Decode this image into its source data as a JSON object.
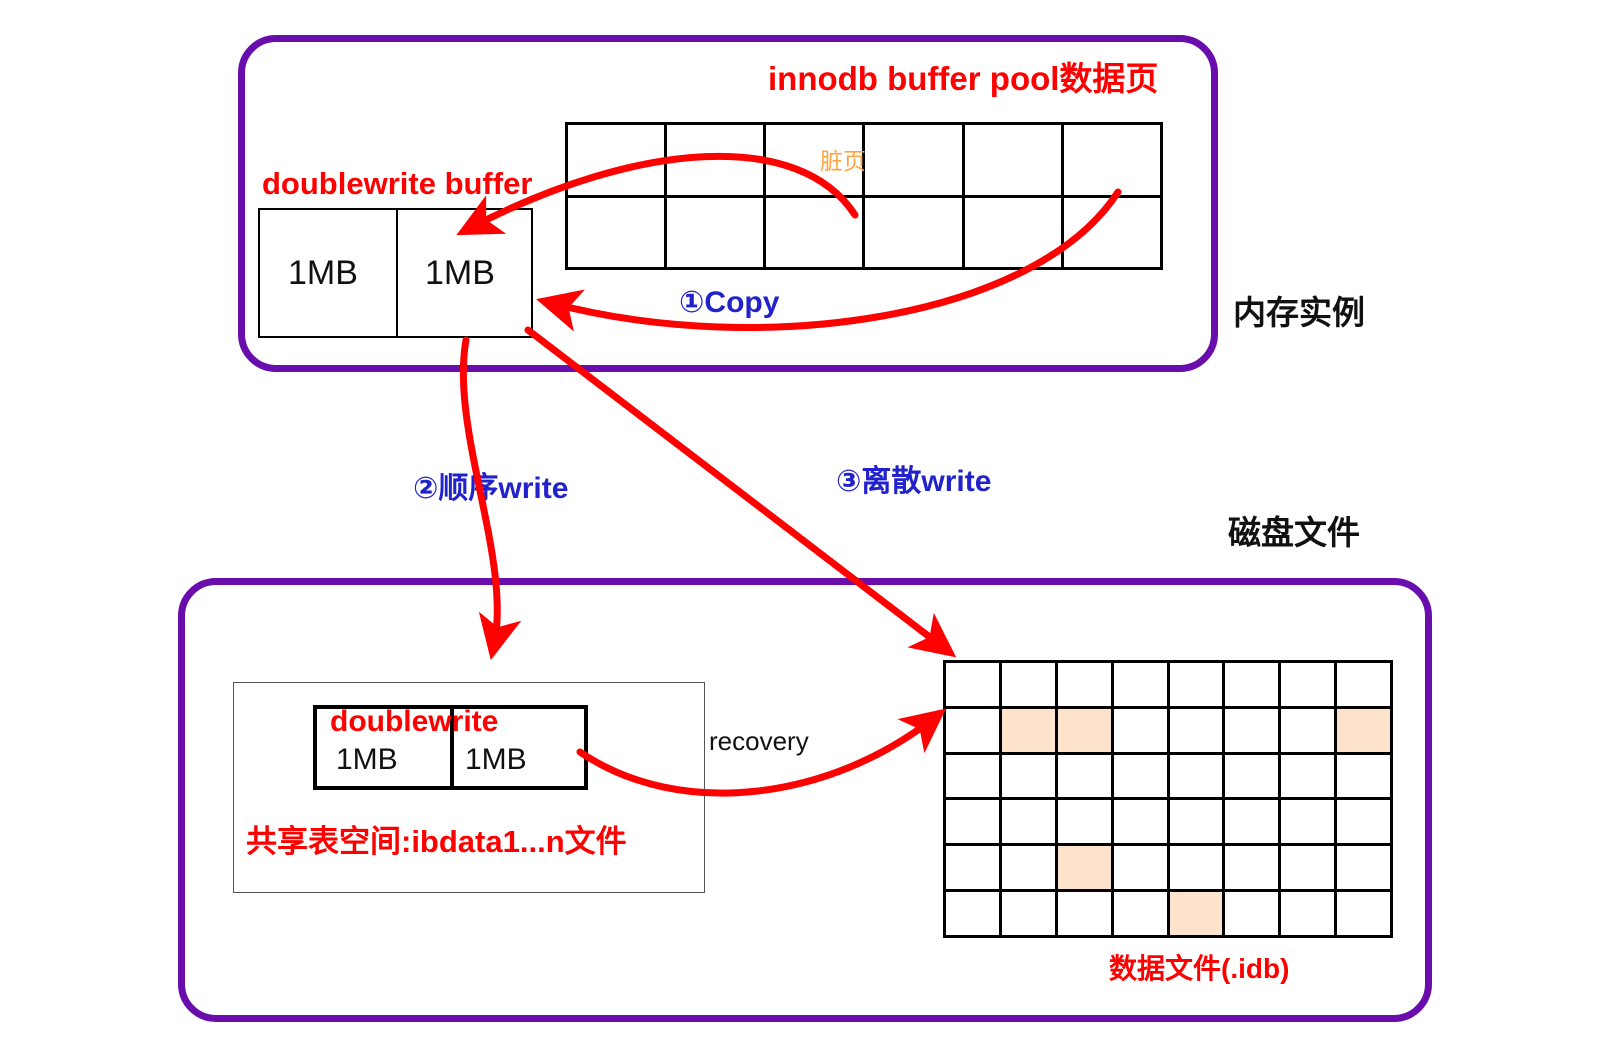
{
  "colors": {
    "container_border": "#6a0dad",
    "arrow": "#fe0000",
    "label_red": "#fe0000",
    "label_blue": "#2222cc",
    "label_black": "#111111",
    "dirty_page_text": "#ffa441",
    "highlight_cell": "#fde3cc",
    "cell_border": "#000000",
    "page_background": "#ffffff"
  },
  "memory_instance": {
    "side_label": "内存实例",
    "buffer_pool_title": "innodb buffer pool数据页",
    "dirty_page_label": "脏页",
    "doublewrite_buffer": {
      "title": "doublewrite buffer",
      "segments": [
        "1MB",
        "1MB"
      ]
    },
    "buffer_pool_grid": {
      "columns": 6,
      "rows": 2,
      "highlighted_cells": []
    }
  },
  "disk_files": {
    "side_label": "磁盘文件",
    "shared_tablespace": {
      "caption": "共享表空间:ibdata1...n文件",
      "doublewrite_title": "doublewrite",
      "segments": [
        "1MB",
        "1MB"
      ]
    },
    "data_file": {
      "caption": "数据文件(.idb)",
      "grid": {
        "columns": 8,
        "rows": 6,
        "highlighted_cells": [
          [
            1,
            1
          ],
          [
            1,
            2
          ],
          [
            1,
            7
          ],
          [
            4,
            2
          ],
          [
            5,
            4
          ]
        ]
      }
    }
  },
  "flow_labels": {
    "step1": "①Copy",
    "step2": "②顺序write",
    "step3": "③离散write",
    "recovery": "recovery"
  },
  "arrows": [
    {
      "name": "copy-from-dirty-page-to-doublewrite-buffer",
      "label_ref": "step1"
    },
    {
      "name": "copy-from-buffer-pool-right-to-doublewrite-buffer",
      "label_ref": "step1"
    },
    {
      "name": "sequential-write-to-shared-tablespace",
      "label_ref": "step2"
    },
    {
      "name": "scattered-write-to-data-file",
      "label_ref": "step3"
    },
    {
      "name": "recovery-from-shared-tablespace-to-data-file",
      "label_ref": "recovery"
    }
  ]
}
